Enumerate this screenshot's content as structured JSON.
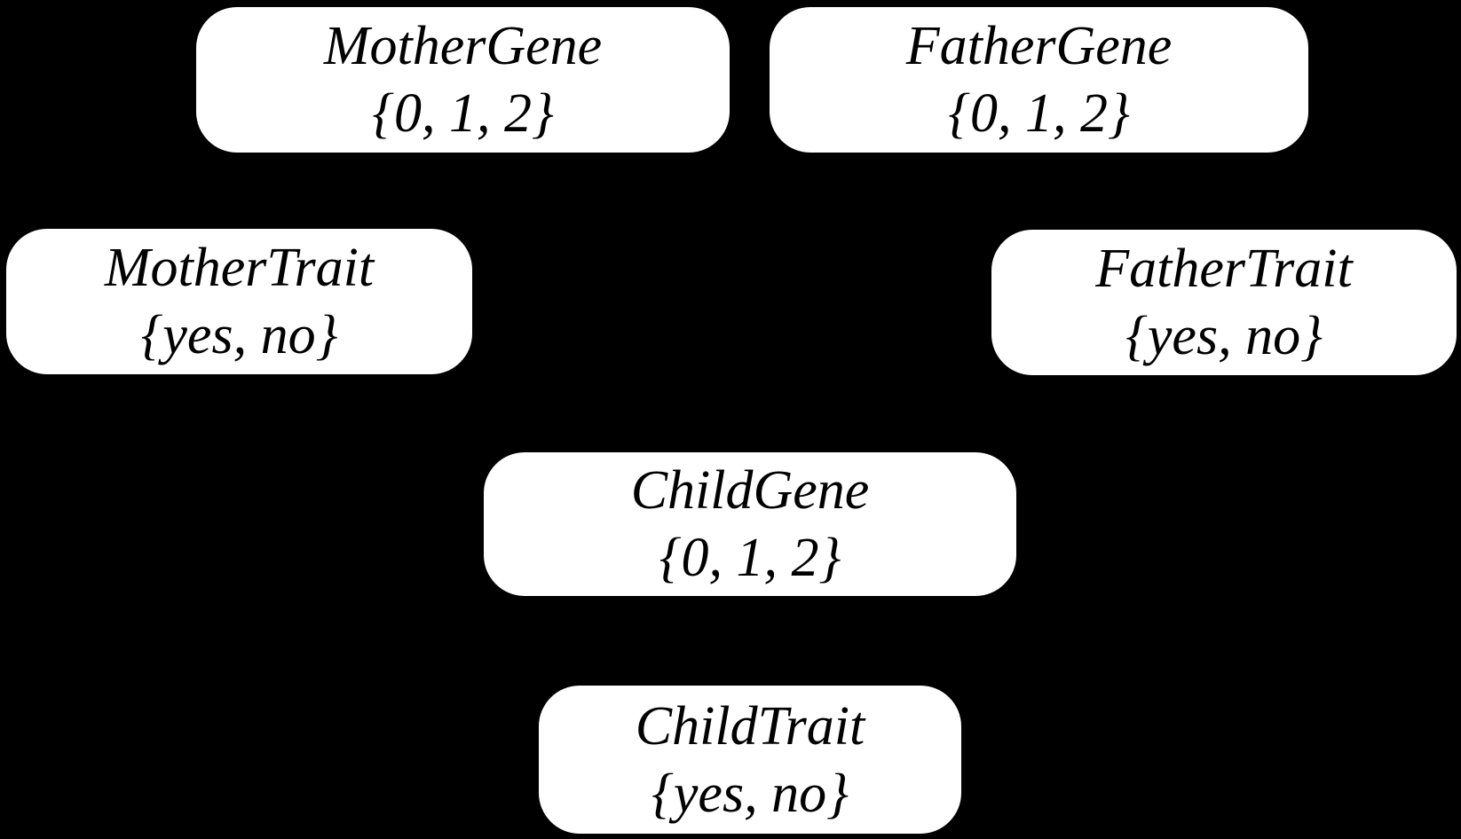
{
  "diagram": {
    "type": "bayesian-network",
    "background_color": "#000000",
    "node_fill_color": "#ffffff",
    "node_text_color": "#000000",
    "edges_visible": false
  },
  "nodes": [
    {
      "id": "mother-gene",
      "label": "MotherGene",
      "domain": "{0, 1, 2}"
    },
    {
      "id": "father-gene",
      "label": "FatherGene",
      "domain": "{0, 1, 2}"
    },
    {
      "id": "mother-trait",
      "label": "MotherTrait",
      "domain": "{yes, no}"
    },
    {
      "id": "father-trait",
      "label": "FatherTrait",
      "domain": "{yes, no}"
    },
    {
      "id": "child-gene",
      "label": "ChildGene",
      "domain": "{0, 1, 2}"
    },
    {
      "id": "child-trait",
      "label": "ChildTrait",
      "domain": "{yes, no}"
    }
  ]
}
